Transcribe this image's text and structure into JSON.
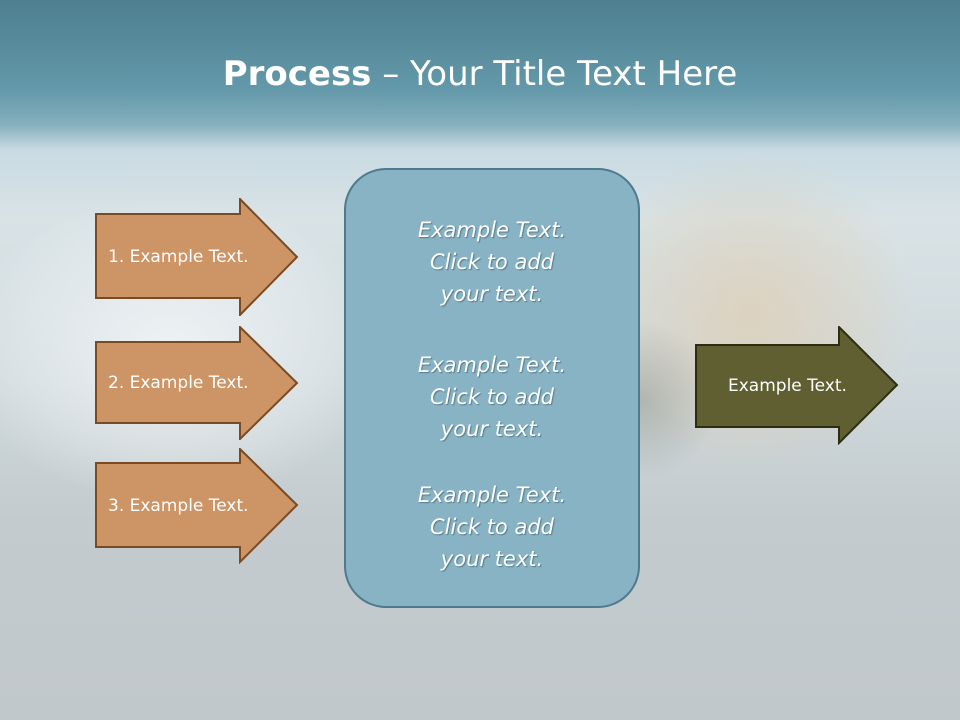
{
  "title": {
    "bold": "Process",
    "rest": " – Your Title Text Here"
  },
  "inputs": [
    {
      "label": "1. Example Text."
    },
    {
      "label": "2. Example Text."
    },
    {
      "label": "3. Example Text."
    }
  ],
  "center": {
    "paragraphs": [
      {
        "l1": "Example Text.",
        "l2": "Click  to add",
        "l3": "your text."
      },
      {
        "l1": "Example Text.",
        "l2": "Click  to add",
        "l3": "your text."
      },
      {
        "l1": "Example Text.",
        "l2": "Click  to add",
        "l3": "your text."
      }
    ]
  },
  "output": {
    "label": "Example Text."
  },
  "colors": {
    "input_arrow_fill": "#cd9465",
    "input_arrow_stroke": "#7a4a22",
    "center_fill": "#88b3c4",
    "output_arrow_fill": "#5f5f32",
    "output_arrow_stroke": "#2d2d14"
  }
}
